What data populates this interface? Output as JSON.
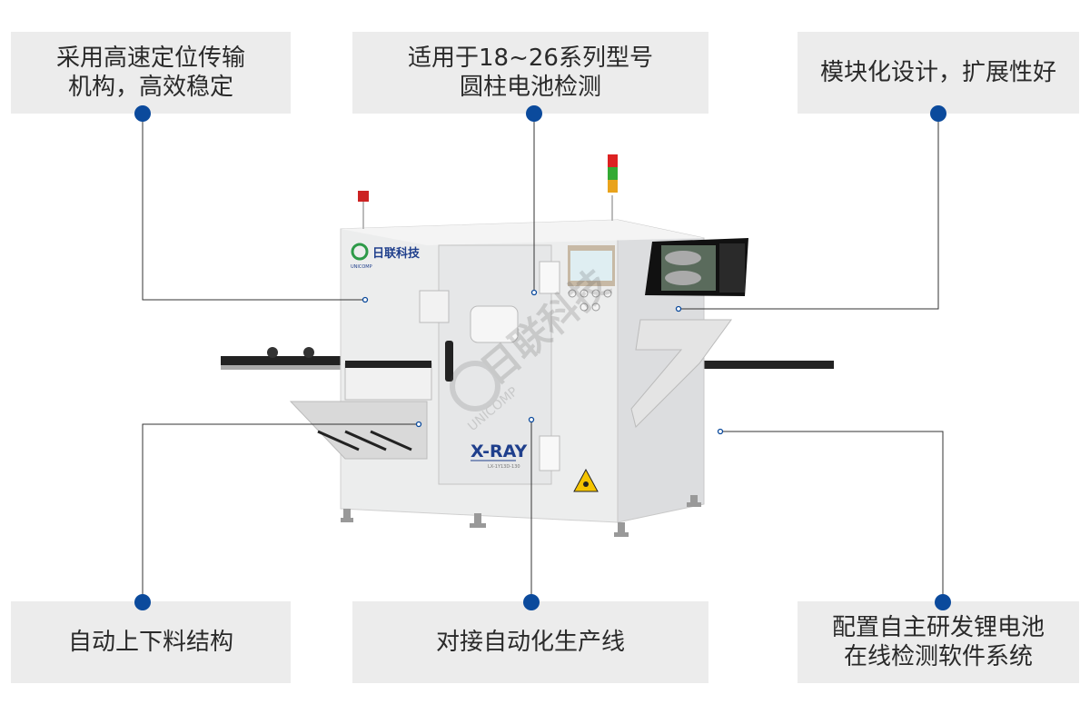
{
  "features": {
    "top_left": {
      "line1": "采用高速定位传输",
      "line2": "机构，高效稳定"
    },
    "top_center": {
      "line1": "适用于18~26系列型号",
      "line2": "圆柱电池检测"
    },
    "top_right": {
      "line1": "模块化设计，扩展性好"
    },
    "bottom_left": {
      "line1": "自动上下料结构"
    },
    "bottom_center": {
      "line1": "对接自动化生产线"
    },
    "bottom_right": {
      "line1": "配置自主研发锂电池",
      "line2": "在线检测软件系统"
    }
  },
  "machine": {
    "brand_logo_text": "日联科技",
    "brand_sub": "UNICOMP",
    "watermark": "日联科技",
    "watermark_sub": "UNICOMP",
    "door_label": "X-RAY",
    "model_text": "LX-1Y13D-130"
  },
  "colors": {
    "accent": "#0b4a9c",
    "box_bg": "#ececec",
    "line": "#333333",
    "machine_body": "#e9eaeb"
  }
}
